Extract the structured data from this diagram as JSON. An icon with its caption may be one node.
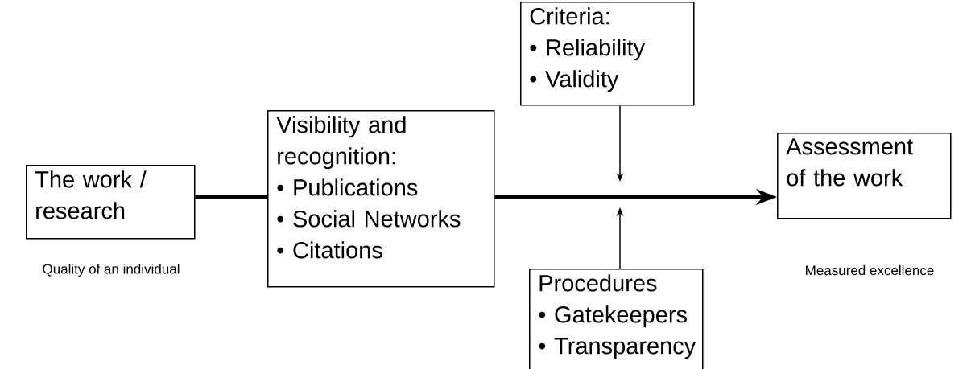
{
  "diagram": {
    "nodes": [
      {
        "text": [
          "The work / research"
        ],
        "beside": [
          "Quality of an individual"
        ]
      },
      {
        "text": [
          "Visibility and recognition:",
          "• Publications",
          "• Social Networks",
          "• Citations"
        ]
      },
      {
        "text": [
          "Criteria:",
          "• Reliability",
          "• Validity"
        ]
      },
      {
        "text": [
          "Assessment of the work"
        ],
        "beside": [
          "Measured excellence"
        ]
      },
      {
        "text": [
          "Procedures",
          "• Gatekeepers",
          "• Transparency"
        ]
      }
    ],
    "edges": [
      {
        "from": 0,
        "to": 1,
        "arrow": "none",
        "style": "thick"
      },
      {
        "from": 1,
        "to": 3,
        "arrow": "to",
        "style": "thick"
      },
      {
        "from": 2,
        "to": null,
        "arrow": "to"
      },
      {
        "from": 4,
        "to": null,
        "arrow": "to"
      }
    ]
  }
}
